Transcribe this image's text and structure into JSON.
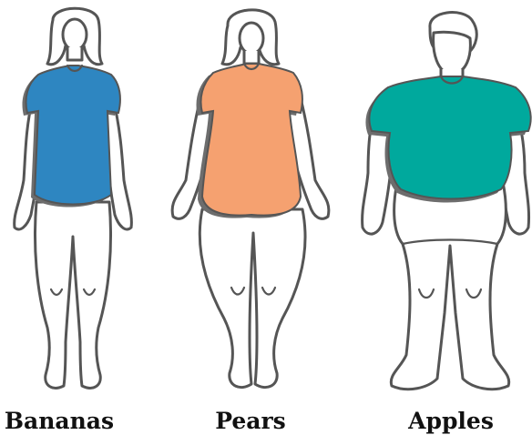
{
  "figures": [
    {
      "key": "banana",
      "label": "Bananas",
      "shirt_color": "#2e86c1"
    },
    {
      "key": "pear",
      "label": "Pears",
      "shirt_color": "#f5a170"
    },
    {
      "key": "apple",
      "label": "Apples",
      "shirt_color": "#00a99d"
    }
  ]
}
